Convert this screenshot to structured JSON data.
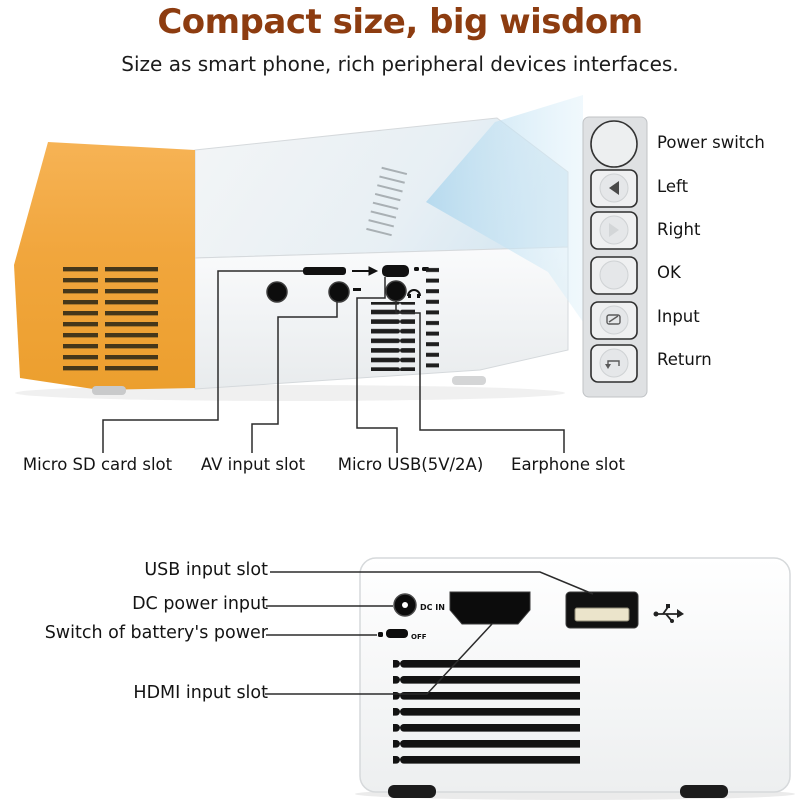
{
  "header": {
    "title": "Compact size, big wisdom",
    "subtitle": "Size as smart phone, rich peripheral devices interfaces."
  },
  "colors": {
    "title_text": "#8d3c10",
    "body_orange": "#f0a438",
    "light_beam": "#cfe7f6",
    "label_text": "#161616"
  },
  "projector_top": {
    "buttons": [
      {
        "label": "Power switch"
      },
      {
        "label": "Left"
      },
      {
        "label": "Right"
      },
      {
        "label": "OK"
      },
      {
        "label": "Input"
      },
      {
        "label": "Return"
      }
    ],
    "port_labels": [
      {
        "label": "Micro SD card slot"
      },
      {
        "label": "AV input slot"
      },
      {
        "label": "Micro USB(5V/2A)"
      },
      {
        "label": "Earphone slot"
      }
    ]
  },
  "projector_back": {
    "port_labels": [
      {
        "label": "USB input slot"
      },
      {
        "label": "DC power input"
      },
      {
        "label": "Switch of battery's power"
      },
      {
        "label": "HDMI input slot"
      }
    ],
    "dc_label": "DC IN",
    "switch_label": "OFF"
  }
}
